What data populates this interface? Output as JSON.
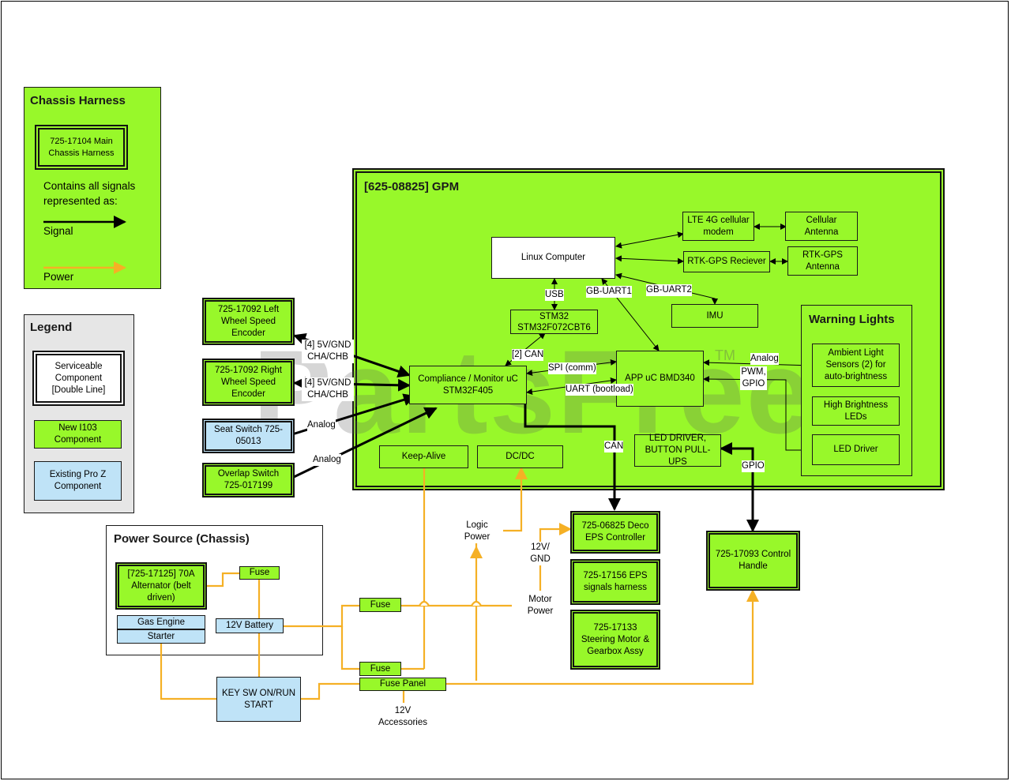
{
  "watermark": "PartsFree",
  "watermark_tm": "TM",
  "chassis_harness": {
    "title": "Chassis Harness",
    "main_harness": "725-17104 Main Chassis Harness",
    "note": "Contains all signals represented as:",
    "signal_label": "Signal",
    "power_label": "Power"
  },
  "legend": {
    "title": "Legend",
    "serviceable": "Serviceable Component [Double Line]",
    "new_component": "New I103 Component",
    "existing_component": "Existing Pro Z Component"
  },
  "gpm": {
    "title": "[625-08825] GPM",
    "linux": "Linux Computer",
    "lte": "LTE 4G cellular modem",
    "cell_antenna": "Cellular Antenna",
    "rtk_receiver": "RTK-GPS Reciever",
    "rtk_antenna": "RTK-GPS Antenna",
    "stm32": "STM32 STM32F072CBT6",
    "imu": "IMU",
    "compliance": "Compliance / Monitor uC STM32F405",
    "app_uc": "APP uC BMD340",
    "keep_alive": "Keep-Alive",
    "dcdc": "DC/DC",
    "led_driver_buttons": "LED DRIVER, BUTTON PULL-UPS",
    "warning_title": "Warning Lights",
    "ambient": "Ambient Light Sensors (2) for auto-brightness",
    "high_brightness": "High Brightness LEDs",
    "led_driver": "LED Driver"
  },
  "components": {
    "left_wheel": "725-17092 Left Wheel Speed Encoder",
    "right_wheel": "725-17092 Right Wheel Speed Encoder",
    "seat_switch": "Seat Switch 725-05013",
    "overlap_switch": "Overlap Switch 725-017199",
    "eps_controller": "725-06825 Deco EPS Controller",
    "eps_harness": "725-17156 EPS signals harness",
    "steering_motor": "725-17133 Steering Motor & Gearbox Assy",
    "control_handle": "725-17093 Control Handle"
  },
  "power_source": {
    "title": "Power Source (Chassis)",
    "alternator": "[725-17125] 70A Alternator (belt driven)",
    "fuse": "Fuse",
    "gas_engine": "Gas Engine",
    "starter": "Starter",
    "battery": "12V Battery",
    "key_switch": "KEY SW ON/RUN START"
  },
  "fuses": {
    "fuse_upper": "Fuse",
    "fuse_lower": "Fuse",
    "fuse_panel": "Fuse Panel"
  },
  "signals": {
    "usb": "USB",
    "gb_uart1": "GB-UART1",
    "gb_uart2": "GB-UART2",
    "can_stm": "[2] CAN",
    "spi": "SPI (comm)",
    "uart_boot": "UART (bootload)",
    "analog_warn": "Analog",
    "pwm_gpio": "PWM, GPIO",
    "can_eps": "CAN",
    "gpio_handle": "GPIO",
    "enc_left": "[4] 5V/GND CHA/CHB",
    "enc_right": "[4] 5V/GND CHA/CHB",
    "analog_seat": "Analog",
    "analog_overlap": "Analog",
    "logic_power": "Logic Power",
    "v12_gnd": "12V/ GND",
    "motor_power": "Motor Power",
    "accessories": "12V Accessories"
  },
  "colors": {
    "new_component": "#98f82a",
    "existing_component": "#bfe3f7",
    "power_wire": "#f5b025",
    "signal_wire": "#000000"
  }
}
